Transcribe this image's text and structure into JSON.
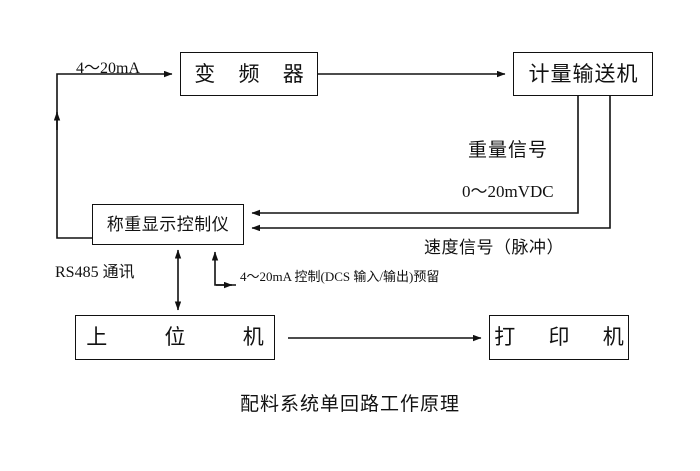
{
  "diagram": {
    "caption": "配料系统单回路工作原理",
    "line_color": "#111111",
    "background_color": "#ffffff",
    "nodes": [
      {
        "id": "inverter",
        "label": "变 频 器"
      },
      {
        "id": "feeder",
        "label": "计量输送机"
      },
      {
        "id": "controller",
        "label": "称重显示控制仪"
      },
      {
        "id": "host",
        "label": "上 位 机"
      },
      {
        "id": "printer",
        "label": "打 印 机"
      }
    ],
    "edge_labels": {
      "current_loop_top": "4～20mA",
      "weight_signal": "重量信号",
      "weight_signal_range": "0～20mVDC",
      "speed_signal": "速度信号（脉冲）",
      "rs485": "RS485 通讯",
      "dcs_reserved": "4～20mA 控制(DCS 输入/输出)预留"
    }
  }
}
